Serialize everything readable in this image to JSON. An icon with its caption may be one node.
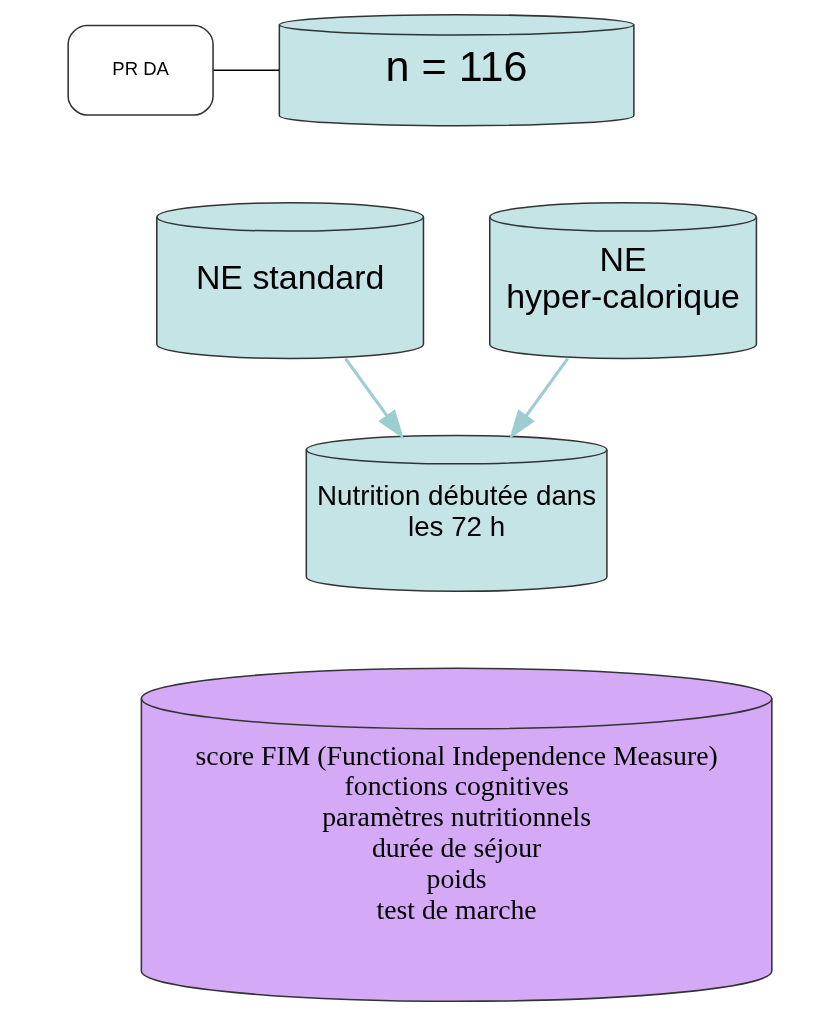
{
  "diagram": {
    "nodes": [
      {
        "text": [
          "PR DA"
        ]
      },
      {
        "text": [
          "n = 116"
        ]
      },
      {
        "text": [
          "NE standard"
        ]
      },
      {
        "text": [
          "NE hyper-calorique"
        ]
      },
      {
        "text": [
          "Nutrition débutée dans les 72 h"
        ]
      },
      {
        "text": [
          "score FIM (Functional Independence Measure)",
          "fonctions cognitives",
          "paramètres nutritionnels",
          "durée de séjour",
          "poids",
          "test de marche"
        ]
      }
    ],
    "edges": [
      {
        "from": 0,
        "to": 1,
        "arrow": "none",
        "color": "#000000"
      },
      {
        "from": 2,
        "to": 4,
        "arrow": "to",
        "color": "#9ecdd1"
      },
      {
        "from": 3,
        "to": 4,
        "arrow": "to",
        "color": "#9ecdd1"
      }
    ]
  }
}
